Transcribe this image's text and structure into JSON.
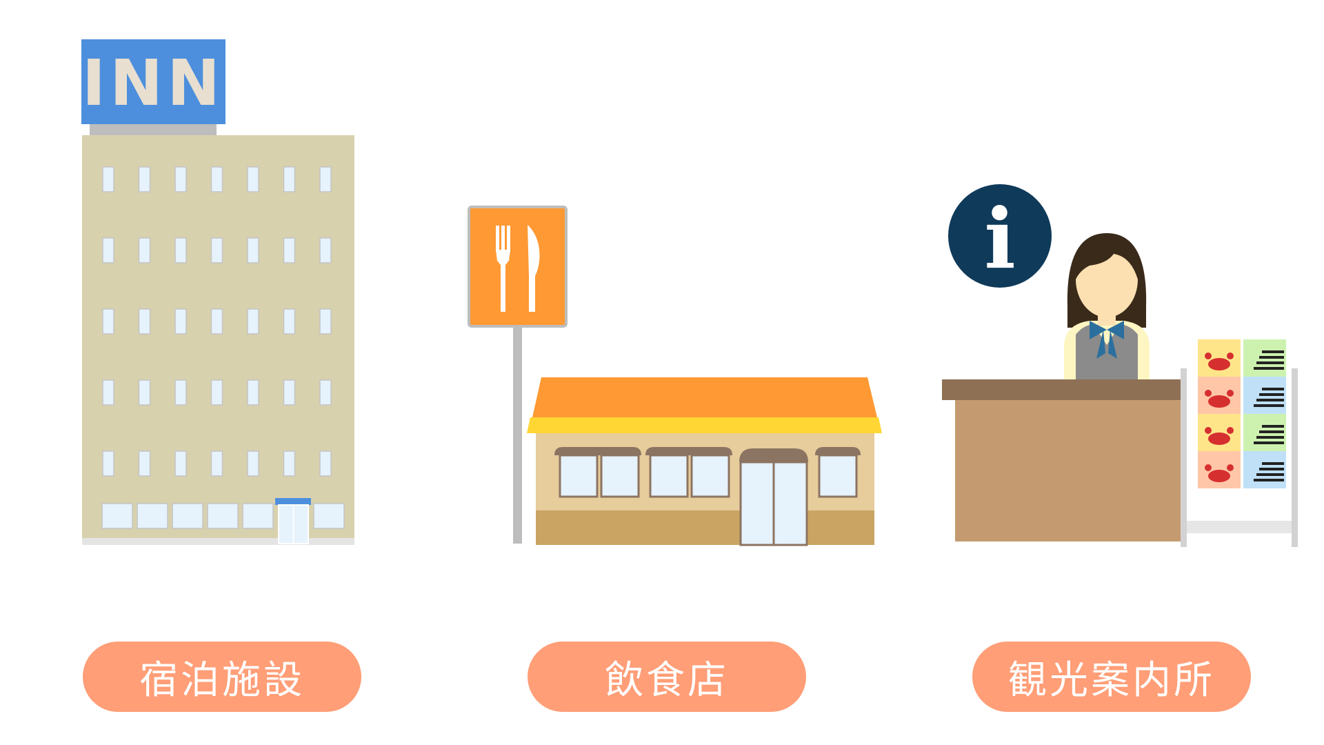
{
  "colors": {
    "inn_sign": "#4d8fdd",
    "building": "#d8d1ae",
    "window": "#e6f2fc",
    "restaurant_roof": "#ff9933",
    "restaurant_stripe": "#ffd633",
    "restaurant_wall": "#e7cc9c",
    "restaurant_base": "#c9a462",
    "info_circle": "#0f3a5a",
    "desk_top": "#8e7155",
    "desk_front": "#c49b70",
    "label_pill": "#ff9e77",
    "label_text": "#ffffff"
  },
  "inn": {
    "sign_text": "INN"
  },
  "info": {
    "symbol": "i"
  },
  "labels": {
    "lodging": "宿泊施設",
    "restaurant": "飲食店",
    "tourist_info": "観光案内所"
  }
}
